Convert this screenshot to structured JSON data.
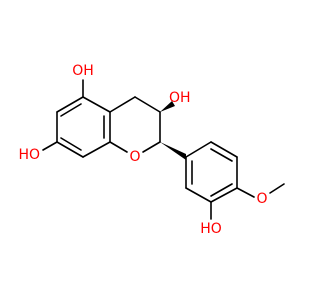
{
  "chart_data": {
    "type": "structure",
    "atom_labels": [
      {
        "id": "oh-c5",
        "text": "OH"
      },
      {
        "id": "oh-c3",
        "text": "OH"
      },
      {
        "id": "oh-c7",
        "text": "HO"
      },
      {
        "id": "ring-o",
        "text": "O"
      },
      {
        "id": "methoxy-o",
        "text": "O"
      },
      {
        "id": "oh-c3prime",
        "text": "HO"
      }
    ]
  },
  "colors": {
    "bond": "#000000",
    "oxygen": "#ff0000"
  }
}
